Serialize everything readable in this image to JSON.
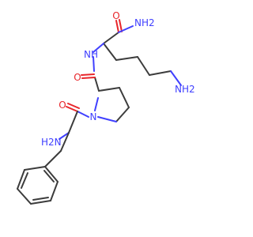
{
  "molecule": {
    "labels": {
      "amide_nh2": "NH2",
      "amide_o": "O",
      "linker_nh": "NH",
      "lys_nh2": "NH2",
      "carbonyl_o_1": "O",
      "ring_n": "N",
      "carbonyl_o_2": "O",
      "phe_nh2": "H2N"
    },
    "colors": {
      "bond": "#3c3c3c",
      "oxygen": "#e8262b",
      "nitrogen": "#4040ff",
      "background": "#ffffff"
    }
  }
}
